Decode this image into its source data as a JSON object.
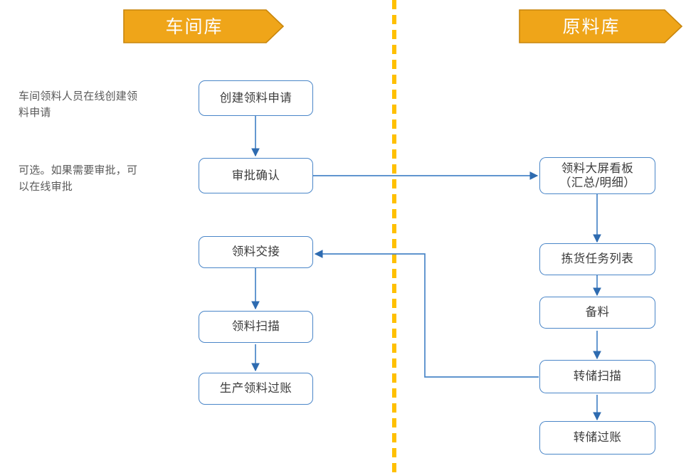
{
  "diagram": {
    "title_left_lane": "车间库",
    "title_right_lane": "原料库",
    "colors": {
      "lane_banner_fill": "#efa519",
      "lane_banner_stroke": "#c8860d",
      "lane_divider": "#ffc000",
      "node_stroke": "#4a86c8",
      "node_fill": "#ffffff",
      "node_text": "#3c3c3c",
      "connector": "#4a86c8",
      "note_text": "#5a5a5a",
      "background": "#ffffff"
    }
  },
  "lanes": [
    {
      "id": "lane-workshop",
      "label": "车间库"
    },
    {
      "id": "lane-material",
      "label": "原料库"
    }
  ],
  "notes": [
    {
      "id": "note-create",
      "text": "车间领料人员在线创建领\n料申请"
    },
    {
      "id": "note-approve",
      "text": "可选。如果需要审批，可\n以在线审批"
    }
  ],
  "nodes": {
    "left": [
      {
        "id": "node-create-request",
        "label": "创建领料申请"
      },
      {
        "id": "node-approve-confirm",
        "label": "审批确认"
      },
      {
        "id": "node-material-handover",
        "label": "领料交接"
      },
      {
        "id": "node-material-scan",
        "label": "领料扫描"
      },
      {
        "id": "node-production-posting",
        "label": "生产领料过账"
      }
    ],
    "right": [
      {
        "id": "node-dashboard",
        "label": "领料大屏看板\n（汇总/明细）"
      },
      {
        "id": "node-pick-task-list",
        "label": "拣货任务列表"
      },
      {
        "id": "node-prepare-material",
        "label": "备料"
      },
      {
        "id": "node-transfer-scan",
        "label": "转储扫描"
      },
      {
        "id": "node-transfer-posting",
        "label": "转储过账"
      }
    ]
  },
  "edges": [
    {
      "from": "node-create-request",
      "to": "node-approve-confirm"
    },
    {
      "from": "node-approve-confirm",
      "to": "node-dashboard"
    },
    {
      "from": "node-dashboard",
      "to": "node-pick-task-list"
    },
    {
      "from": "node-pick-task-list",
      "to": "node-prepare-material"
    },
    {
      "from": "node-prepare-material",
      "to": "node-transfer-scan"
    },
    {
      "from": "node-transfer-scan",
      "to": "node-transfer-posting"
    },
    {
      "from": "node-transfer-scan",
      "to": "node-material-handover"
    },
    {
      "from": "node-material-handover",
      "to": "node-material-scan"
    },
    {
      "from": "node-material-scan",
      "to": "node-production-posting"
    }
  ]
}
